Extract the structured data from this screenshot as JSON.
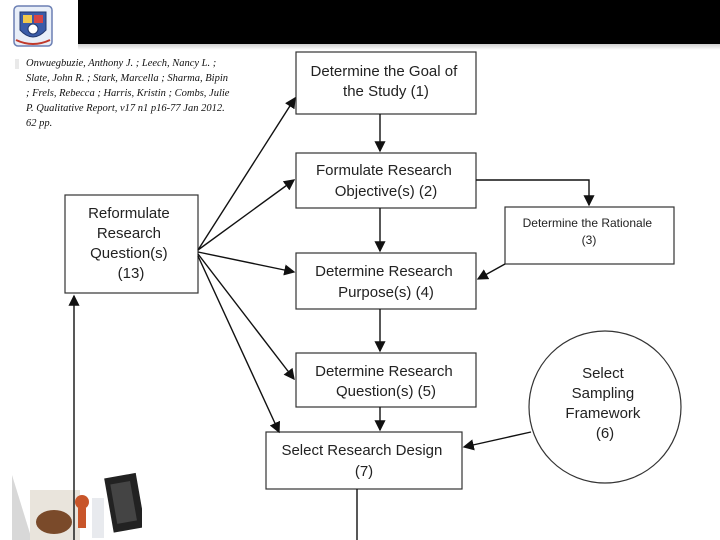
{
  "citation": {
    "text": "Onwuegbuzie, Anthony J. ; Leech, Nancy L. ; Slate, John R. ; Stark, Marcella ; Sharma, Bipin ; Frels, Rebecca ; Harris, Kristin ; Combs, Julie P. Qualitative Report, v17 n1 p16-77 Jan 2012. 62 pp."
  },
  "diagram": {
    "boxes": [
      {
        "id": "goal",
        "lines": [
          "Determine the Goal of",
          "the Study (1)"
        ]
      },
      {
        "id": "objective",
        "lines": [
          "Formulate Research",
          "Objective(s) (2)"
        ]
      },
      {
        "id": "rationale",
        "lines": [
          "Determine the Rationale",
          "(3)"
        ]
      },
      {
        "id": "purpose",
        "lines": [
          "Determine Research",
          "Purpose(s) (4)"
        ]
      },
      {
        "id": "question",
        "lines": [
          "Determine Research",
          "Question(s) (5)"
        ]
      },
      {
        "id": "sampling",
        "lines": [
          "Select",
          "Sampling",
          "Framework",
          "(6)"
        ]
      },
      {
        "id": "design",
        "lines": [
          "Select Research Design",
          "(7)"
        ]
      },
      {
        "id": "reformulate",
        "lines": [
          "Reformulate",
          "Research",
          "Question(s)",
          "(13)"
        ]
      }
    ]
  },
  "colors": {
    "topbar": "#000000",
    "line": "#111111",
    "box_border": "#333333",
    "text": "#222222"
  }
}
